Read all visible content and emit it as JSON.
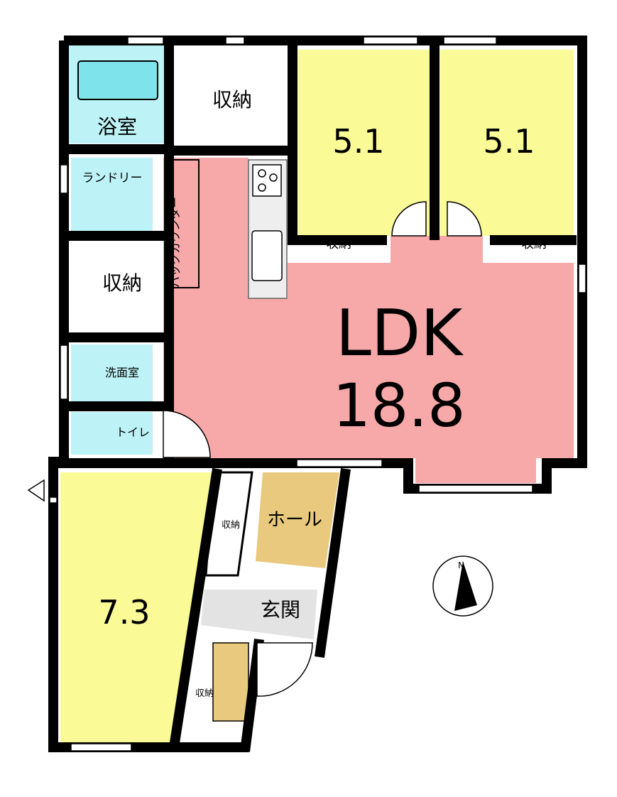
{
  "rooms": {
    "bath": "浴室",
    "storage_top": "収納",
    "bedroom_left_size": "5.1",
    "bedroom_right_size": "5.1",
    "bedroom_left_storage": "収納",
    "bedroom_right_storage": "収納",
    "laundry": "ランドリー",
    "back_counter": "バックカウンター",
    "storage_mid": "収納",
    "washroom": "洗面室",
    "toilet": "トイレ",
    "ldk_label": "LDK",
    "ldk_size": "18.8",
    "bedroom_large_size": "7.3",
    "closet_small": "収納",
    "hall": "ホール",
    "entrance": "玄関",
    "storage_bottom": "収納"
  },
  "compass": {
    "north_label": "N"
  },
  "colors": {
    "wall": "#000000",
    "wet_area": "#bdf3f7",
    "bedroom": "#fafa96",
    "ldk": "#f7a8a8",
    "hall": "#e9c97d",
    "entrance": "#e3e3e3"
  }
}
